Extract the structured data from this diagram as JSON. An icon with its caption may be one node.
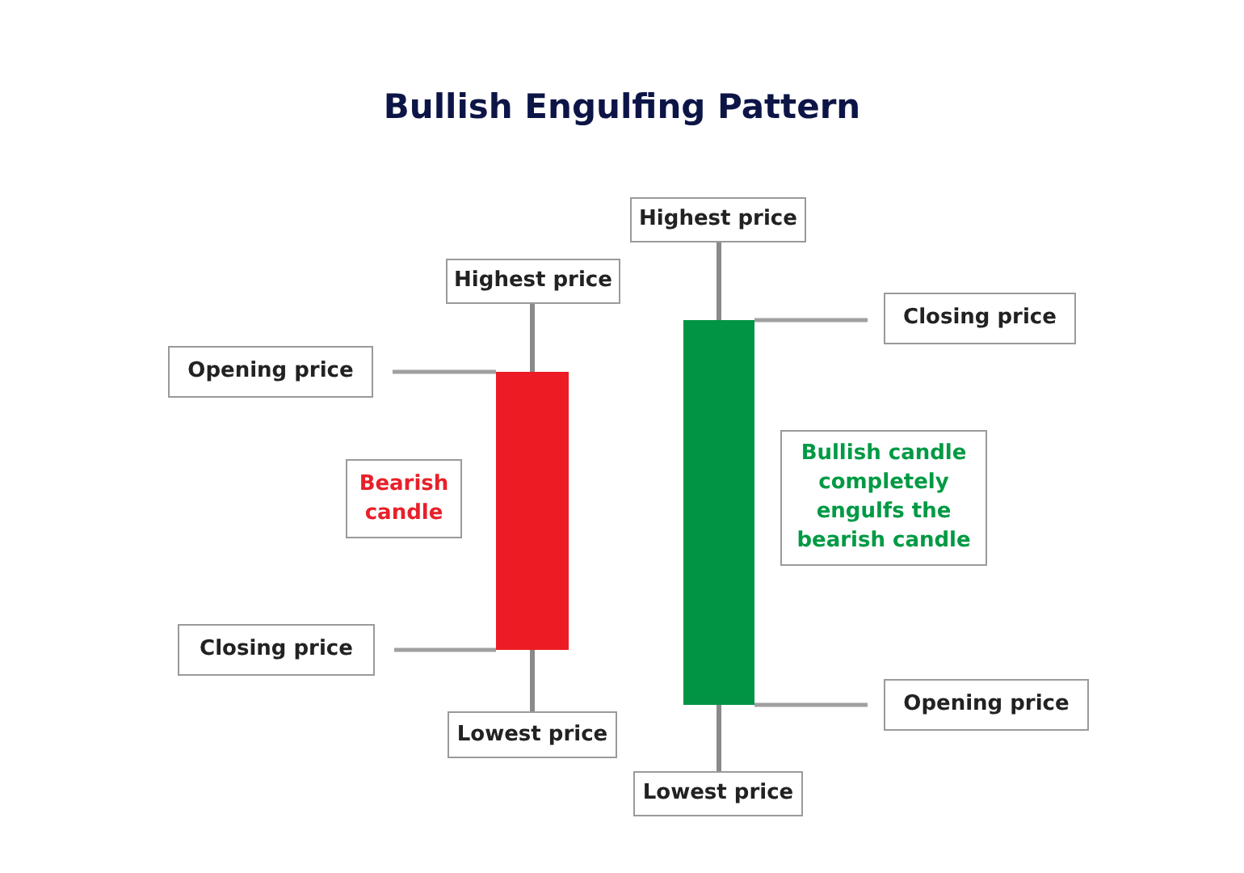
{
  "diagram": {
    "title": "Bullish Engulfing Pattern",
    "nodes": [
      {
        "text": [
          "Highest price"
        ]
      },
      {
        "text": [
          "Opening price"
        ]
      },
      {
        "text": [
          "Bearish candle"
        ]
      },
      {
        "text": [],
        "shape": "bar"
      },
      {
        "text": [
          "Closing price"
        ]
      },
      {
        "text": [
          "Lowest price"
        ]
      },
      {
        "text": [
          "Highest price"
        ]
      },
      {
        "text": [
          "Closing price"
        ]
      },
      {
        "text": [],
        "shape": "bar"
      },
      {
        "text": [
          "Bullish candle completely engulfs the bearish candle"
        ]
      },
      {
        "text": [
          "Opening price"
        ]
      },
      {
        "text": [
          "Lowest price"
        ]
      }
    ],
    "edges": [
      {
        "from": 0,
        "to": 3,
        "arrow": "none"
      },
      {
        "from": 1,
        "to": 3,
        "arrow": "none"
      },
      {
        "from": 4,
        "to": 3,
        "arrow": "none"
      },
      {
        "from": 5,
        "to": 3,
        "arrow": "none"
      },
      {
        "from": 6,
        "to": 8,
        "arrow": "none"
      },
      {
        "from": 7,
        "to": 8,
        "arrow": "none"
      },
      {
        "from": 10,
        "to": 8,
        "arrow": "none"
      },
      {
        "from": 11,
        "to": 8,
        "arrow": "none"
      }
    ]
  }
}
